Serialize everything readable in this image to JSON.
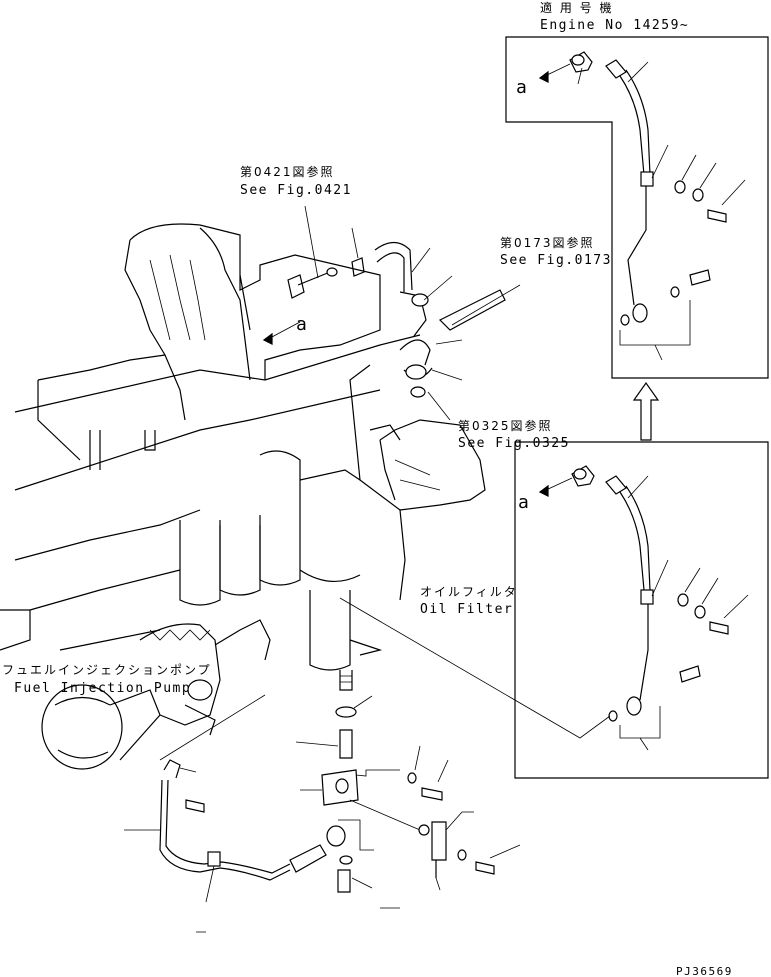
{
  "labels": {
    "applicable_jp": "適 用 号 機",
    "engine_no": "Engine No 14259~",
    "fig0421_jp": "第0421図参照",
    "fig0421_en": "See Fig.0421",
    "fig0173_jp": "第0173図参照",
    "fig0173_en": "See Fig.0173",
    "fig0325_jp": "第0325図参照",
    "fig0325_en": "See Fig.0325",
    "oil_filter_jp": "オイルフィルタ",
    "oil_filter_en": "Oil Filter",
    "fuel_pump_jp": "フュエルインジェクションポンプ",
    "fuel_pump_en": "Fuel Injection Pump",
    "ref_a_main": "a",
    "ref_a_top": "a",
    "ref_a_bottom": "a",
    "drawing_code": "PJ36569"
  }
}
